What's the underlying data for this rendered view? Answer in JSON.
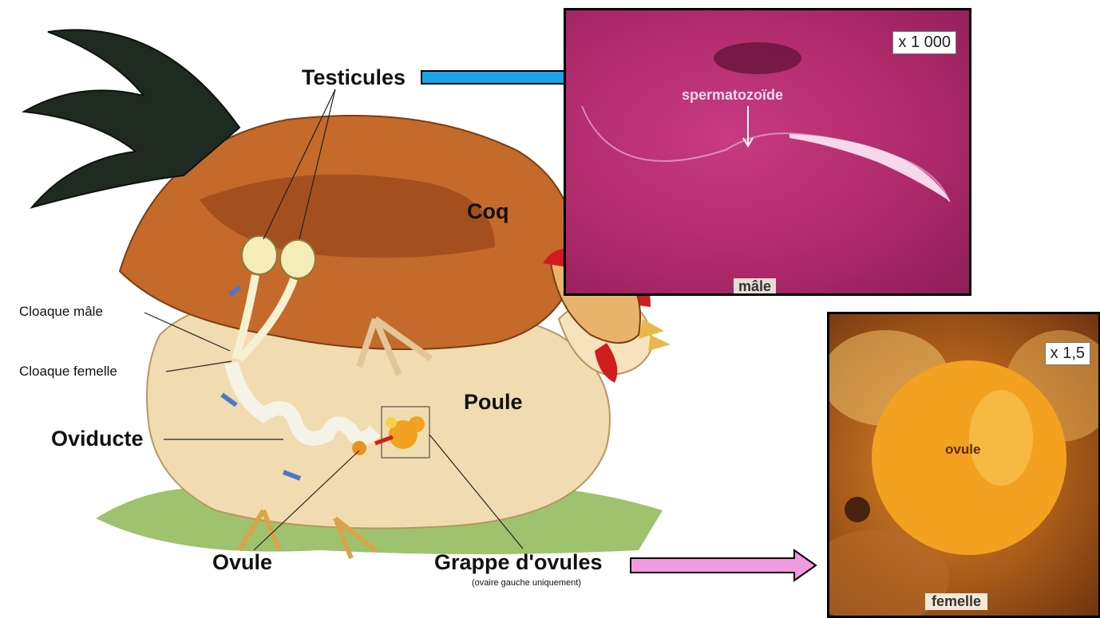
{
  "labels": {
    "testicules": "Testicules",
    "coq": "Coq",
    "poule": "Poule",
    "cloaque_male": "Cloaque mâle",
    "cloaque_femelle": "Cloaque femelle",
    "oviducte": "Oviducte",
    "ovule": "Ovule",
    "grappe": "Grappe d'ovules",
    "grappe_note": "(ovaire gauche uniquement)"
  },
  "male_panel": {
    "magnification": "x 1 000",
    "cell_label": "spermatozoïde",
    "sex_label": "mâle"
  },
  "female_panel": {
    "magnification": "x 1,5",
    "cell_label": "ovule",
    "sex_label": "femelle"
  },
  "colors": {
    "arrow_blue": "#1aa3e6",
    "arrow_pink": "#f09ae0",
    "slide_pink": "#b02a6c",
    "egg_yolk": "#f2a220"
  }
}
